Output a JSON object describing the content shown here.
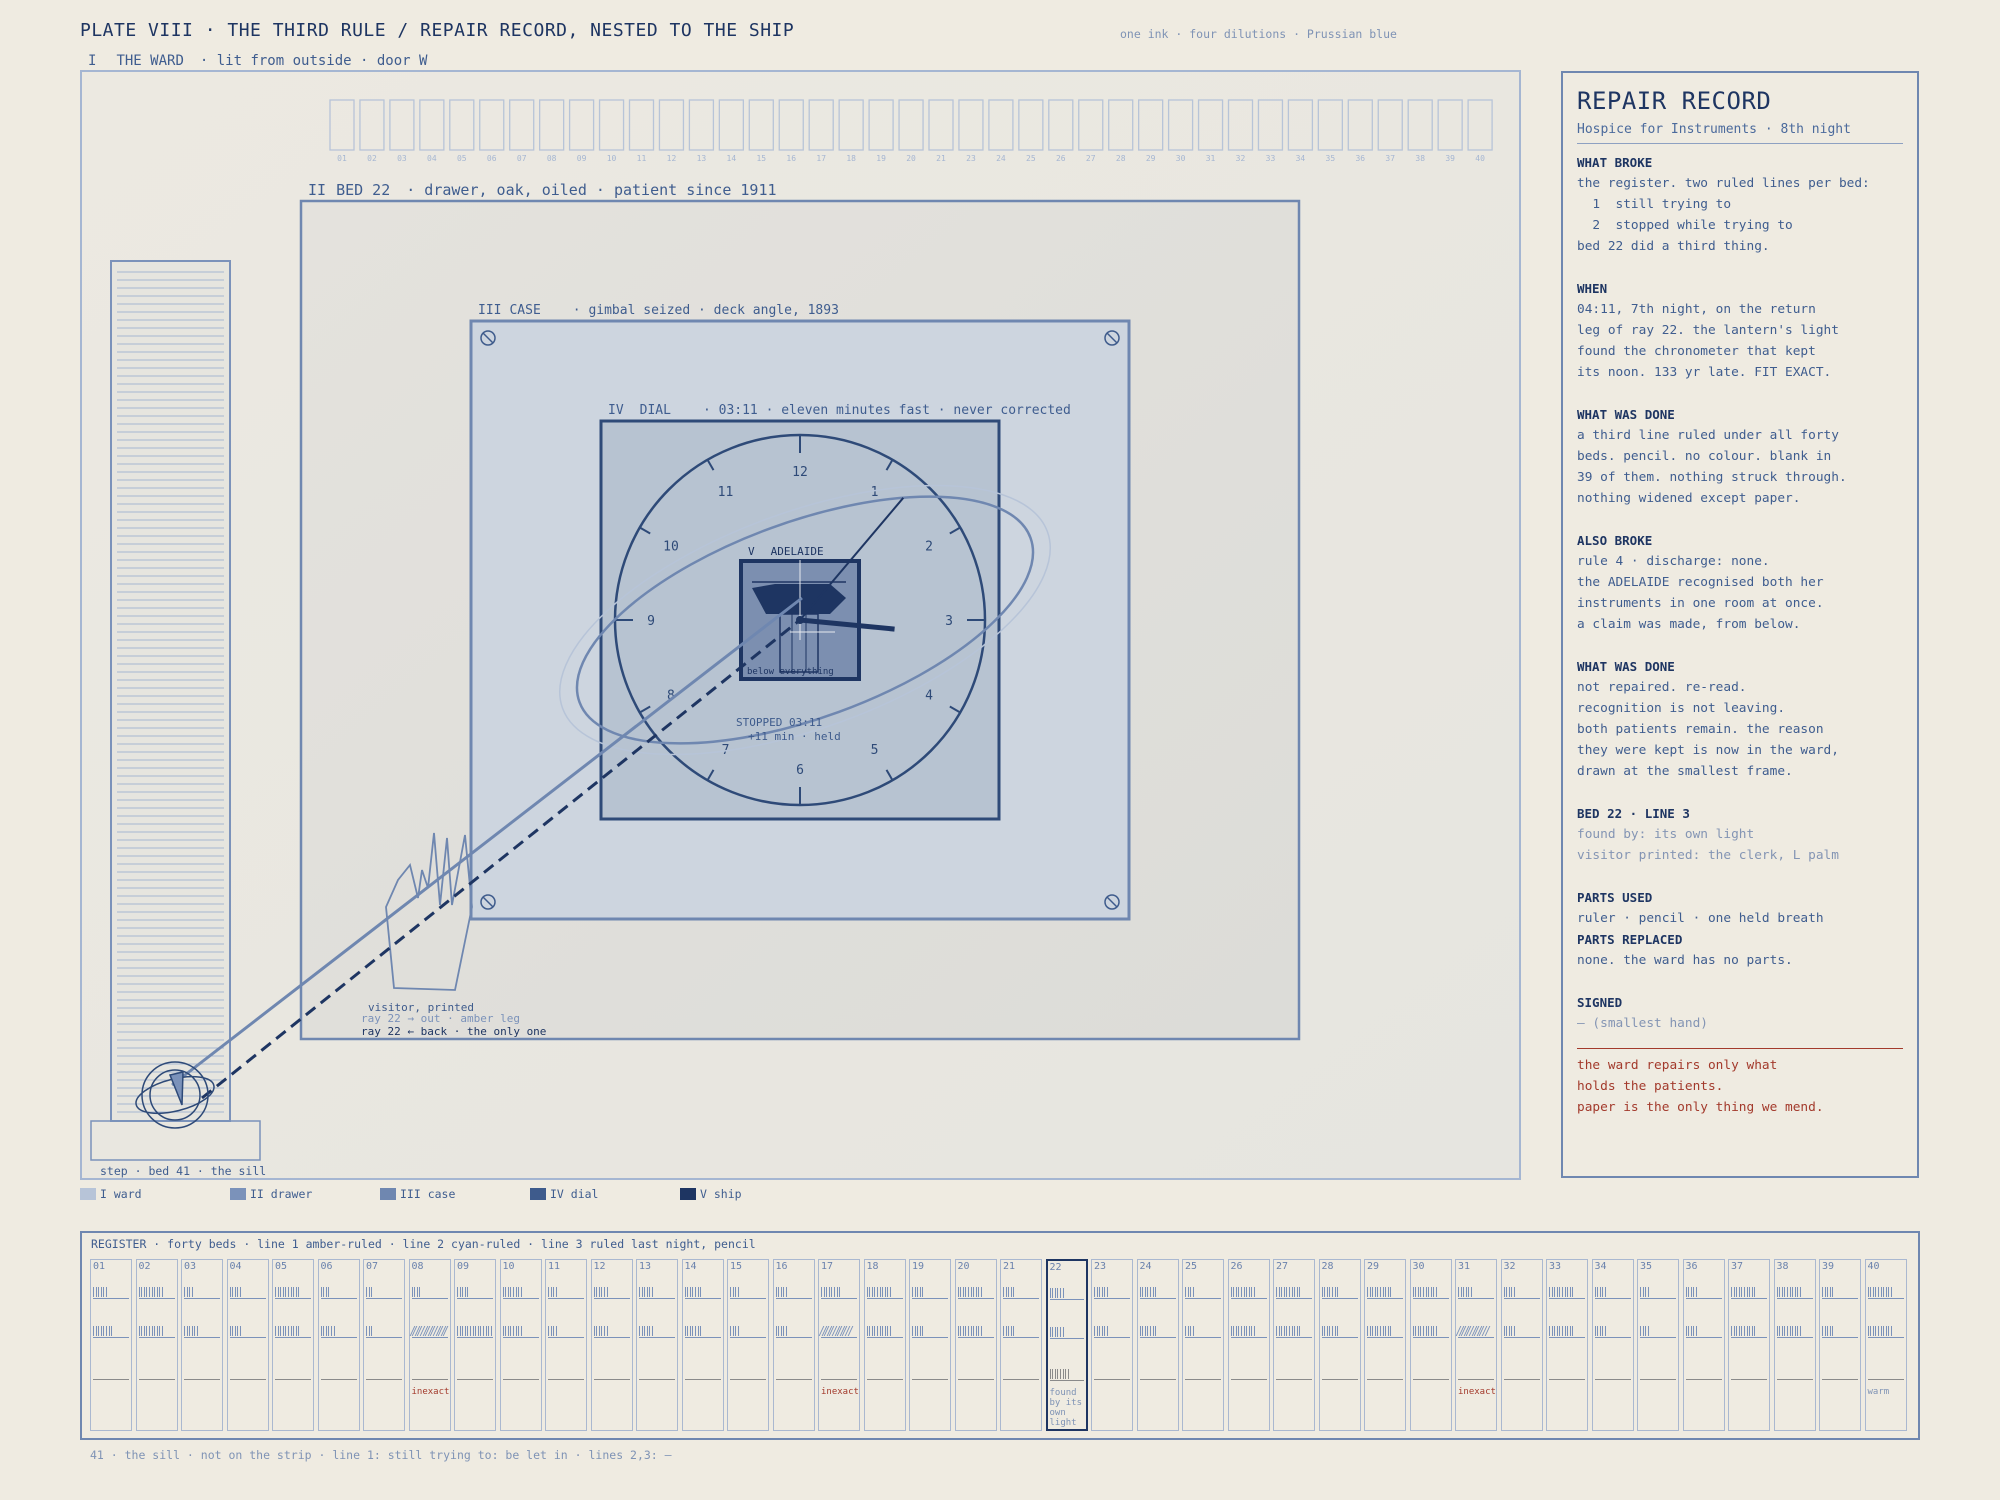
{
  "header": {
    "title": "PLATE VIII · THE THIRD RULE / REPAIR RECORD, NESTED TO THE SHIP",
    "note": "one ink · four dilutions · Prussian blue"
  },
  "colors": {
    "ward": "#b7c4d8",
    "drawer": "#7b92ba",
    "case": "#6f87b0",
    "dial": "#3e5b8c",
    "ship": "#1e3562",
    "accent_red": "#a33a2c",
    "paper": "#efebe1"
  },
  "frames": {
    "ward": {
      "num": "I",
      "name": "THE WARD",
      "desc": "· lit from outside · door W"
    },
    "bed": {
      "num": "II",
      "name": "BED 22",
      "desc": "· drawer, oak, oiled · patient since 1911"
    },
    "case": {
      "num": "III",
      "name": "CASE",
      "desc": "· gimbal seized · deck angle, 1893"
    },
    "dial": {
      "num": "IV",
      "name": "DIAL",
      "desc": "· 03:11 · eleven minutes fast · never corrected"
    },
    "ship": {
      "num": "V",
      "name": "ADELAIDE",
      "desc": "below everything"
    }
  },
  "dial": {
    "numerals": [
      "12",
      "1",
      "2",
      "3",
      "4",
      "5",
      "6",
      "7",
      "8",
      "9",
      "10",
      "11"
    ],
    "stopped": "STOPPED 03:11",
    "held": "+11 min · held",
    "time_hours": 3,
    "time_minutes": 11
  },
  "ward_beds": [
    "01",
    "02",
    "03",
    "04",
    "05",
    "06",
    "07",
    "08",
    "09",
    "10",
    "11",
    "12",
    "13",
    "14",
    "15",
    "16",
    "17",
    "18",
    "19",
    "20",
    "21",
    "23",
    "24",
    "25",
    "26",
    "27",
    "28",
    "29",
    "30",
    "31",
    "32",
    "33",
    "34",
    "35",
    "36",
    "37",
    "38",
    "39",
    "40"
  ],
  "step_label": "step · bed 41 · the sill",
  "visitor": {
    "label": "visitor, printed",
    "ray_out": "ray 22 → out · amber leg",
    "ray_back": "ray 22 ← back · the only one"
  },
  "legend": [
    {
      "label": "I ward",
      "color": "#b7c4d8"
    },
    {
      "label": "II drawer",
      "color": "#7b92ba"
    },
    {
      "label": "III case",
      "color": "#6f87b0"
    },
    {
      "label": "IV dial",
      "color": "#3e5b8c"
    },
    {
      "label": "V ship",
      "color": "#1e3562"
    }
  ],
  "record": {
    "title": "REPAIR RECORD",
    "subtitle": "Hospice for Instruments · 8th night",
    "sections": [
      {
        "head": "WHAT BROKE",
        "lines": [
          "the register. two ruled lines per bed:",
          "  1  still trying to",
          "  2  stopped while trying to",
          "bed 22 did a third thing."
        ]
      },
      {
        "head": "WHEN",
        "lines": [
          "04:11, 7th night, on the return",
          "leg of ray 22. the lantern's light",
          "found the chronometer that kept",
          "its noon. 133 yr late. FIT EXACT."
        ]
      },
      {
        "head": "WHAT WAS DONE",
        "lines": [
          "a third line ruled under all forty",
          "beds. pencil. no colour. blank in",
          "39 of them. nothing struck through.",
          "nothing widened except paper."
        ]
      },
      {
        "head": "ALSO BROKE",
        "lines": [
          "rule 4 · discharge: none.",
          "the ADELAIDE recognised both her",
          "instruments in one room at once.",
          "a claim was made, from below."
        ]
      },
      {
        "head": "WHAT WAS DONE",
        "lines": [
          "not repaired. re-read.",
          "recognition is not leaving.",
          "both patients remain. the reason",
          "they were kept is now in the ward,",
          "drawn at the smallest frame."
        ]
      },
      {
        "head": "BED 22 · LINE 3",
        "muted": true,
        "lines": [
          "found by: its own light",
          "visitor printed: the clerk, L palm"
        ]
      },
      {
        "head": "PARTS USED",
        "lines": [
          "ruler · pencil · one held breath"
        ]
      },
      {
        "head": "PARTS REPLACED",
        "tight": true,
        "lines": [
          "none. the ward has no parts."
        ]
      },
      {
        "head": "SIGNED",
        "muted": true,
        "lines": [
          "— (smallest hand)"
        ]
      }
    ],
    "closing": [
      "the ward repairs only what",
      "holds the patients.",
      "paper is the only thing we mend."
    ]
  },
  "register": {
    "title": "REGISTER · forty beds · line 1 amber-ruled · line 2 cyan-ruled · line 3 ruled last night, pencil",
    "beds": [
      {
        "n": "01",
        "t1": 6,
        "t2": 8,
        "note": ""
      },
      {
        "n": "02",
        "t1": 10,
        "t2": 10,
        "note": ""
      },
      {
        "n": "03",
        "t1": 4,
        "t2": 6,
        "note": ""
      },
      {
        "n": "04",
        "t1": 5,
        "t2": 5,
        "note": ""
      },
      {
        "n": "05",
        "t1": 10,
        "t2": 10,
        "note": ""
      },
      {
        "n": "06",
        "t1": 4,
        "t2": 6,
        "note": ""
      },
      {
        "n": "07",
        "t1": 3,
        "t2": 3,
        "note": ""
      },
      {
        "n": "08",
        "t1": 4,
        "t2": 14,
        "note": "inexact",
        "red": true,
        "slash": true
      },
      {
        "n": "09",
        "t1": 5,
        "t2": 14,
        "note": ""
      },
      {
        "n": "10",
        "t1": 8,
        "t2": 8,
        "note": ""
      },
      {
        "n": "11",
        "t1": 4,
        "t2": 4,
        "note": ""
      },
      {
        "n": "12",
        "t1": 6,
        "t2": 6,
        "note": ""
      },
      {
        "n": "13",
        "t1": 6,
        "t2": 6,
        "note": ""
      },
      {
        "n": "14",
        "t1": 7,
        "t2": 7,
        "note": ""
      },
      {
        "n": "15",
        "t1": 4,
        "t2": 4,
        "note": ""
      },
      {
        "n": "16",
        "t1": 5,
        "t2": 5,
        "note": ""
      },
      {
        "n": "17",
        "t1": 8,
        "t2": 12,
        "note": "inexact",
        "red": true,
        "slash": true
      },
      {
        "n": "18",
        "t1": 10,
        "t2": 10,
        "note": ""
      },
      {
        "n": "19",
        "t1": 5,
        "t2": 5,
        "note": ""
      },
      {
        "n": "20",
        "t1": 10,
        "t2": 10,
        "note": ""
      },
      {
        "n": "21",
        "t1": 5,
        "t2": 5,
        "note": ""
      },
      {
        "n": "22",
        "t1": 6,
        "t2": 6,
        "t3": 8,
        "note": "found by its own light",
        "sel": true
      },
      {
        "n": "23",
        "t1": 6,
        "t2": 6,
        "note": ""
      },
      {
        "n": "24",
        "t1": 7,
        "t2": 7,
        "note": ""
      },
      {
        "n": "25",
        "t1": 4,
        "t2": 4,
        "note": ""
      },
      {
        "n": "26",
        "t1": 10,
        "t2": 10,
        "note": ""
      },
      {
        "n": "27",
        "t1": 10,
        "t2": 10,
        "note": ""
      },
      {
        "n": "28",
        "t1": 7,
        "t2": 7,
        "note": ""
      },
      {
        "n": "29",
        "t1": 10,
        "t2": 10,
        "note": ""
      },
      {
        "n": "30",
        "t1": 10,
        "t2": 10,
        "note": ""
      },
      {
        "n": "31",
        "t1": 6,
        "t2": 12,
        "note": "inexact",
        "red": true,
        "slash": true
      },
      {
        "n": "32",
        "t1": 5,
        "t2": 5,
        "note": ""
      },
      {
        "n": "33",
        "t1": 10,
        "t2": 10,
        "note": ""
      },
      {
        "n": "34",
        "t1": 5,
        "t2": 5,
        "note": ""
      },
      {
        "n": "35",
        "t1": 4,
        "t2": 4,
        "note": ""
      },
      {
        "n": "36",
        "t1": 5,
        "t2": 5,
        "note": ""
      },
      {
        "n": "37",
        "t1": 10,
        "t2": 10,
        "note": ""
      },
      {
        "n": "38",
        "t1": 10,
        "t2": 10,
        "note": ""
      },
      {
        "n": "39",
        "t1": 5,
        "t2": 5,
        "note": ""
      },
      {
        "n": "40",
        "t1": 10,
        "t2": 10,
        "note": "warm"
      }
    ],
    "footer": "41 · the sill · not on the strip · line 1: still trying to: be let in · lines 2,3: —"
  }
}
